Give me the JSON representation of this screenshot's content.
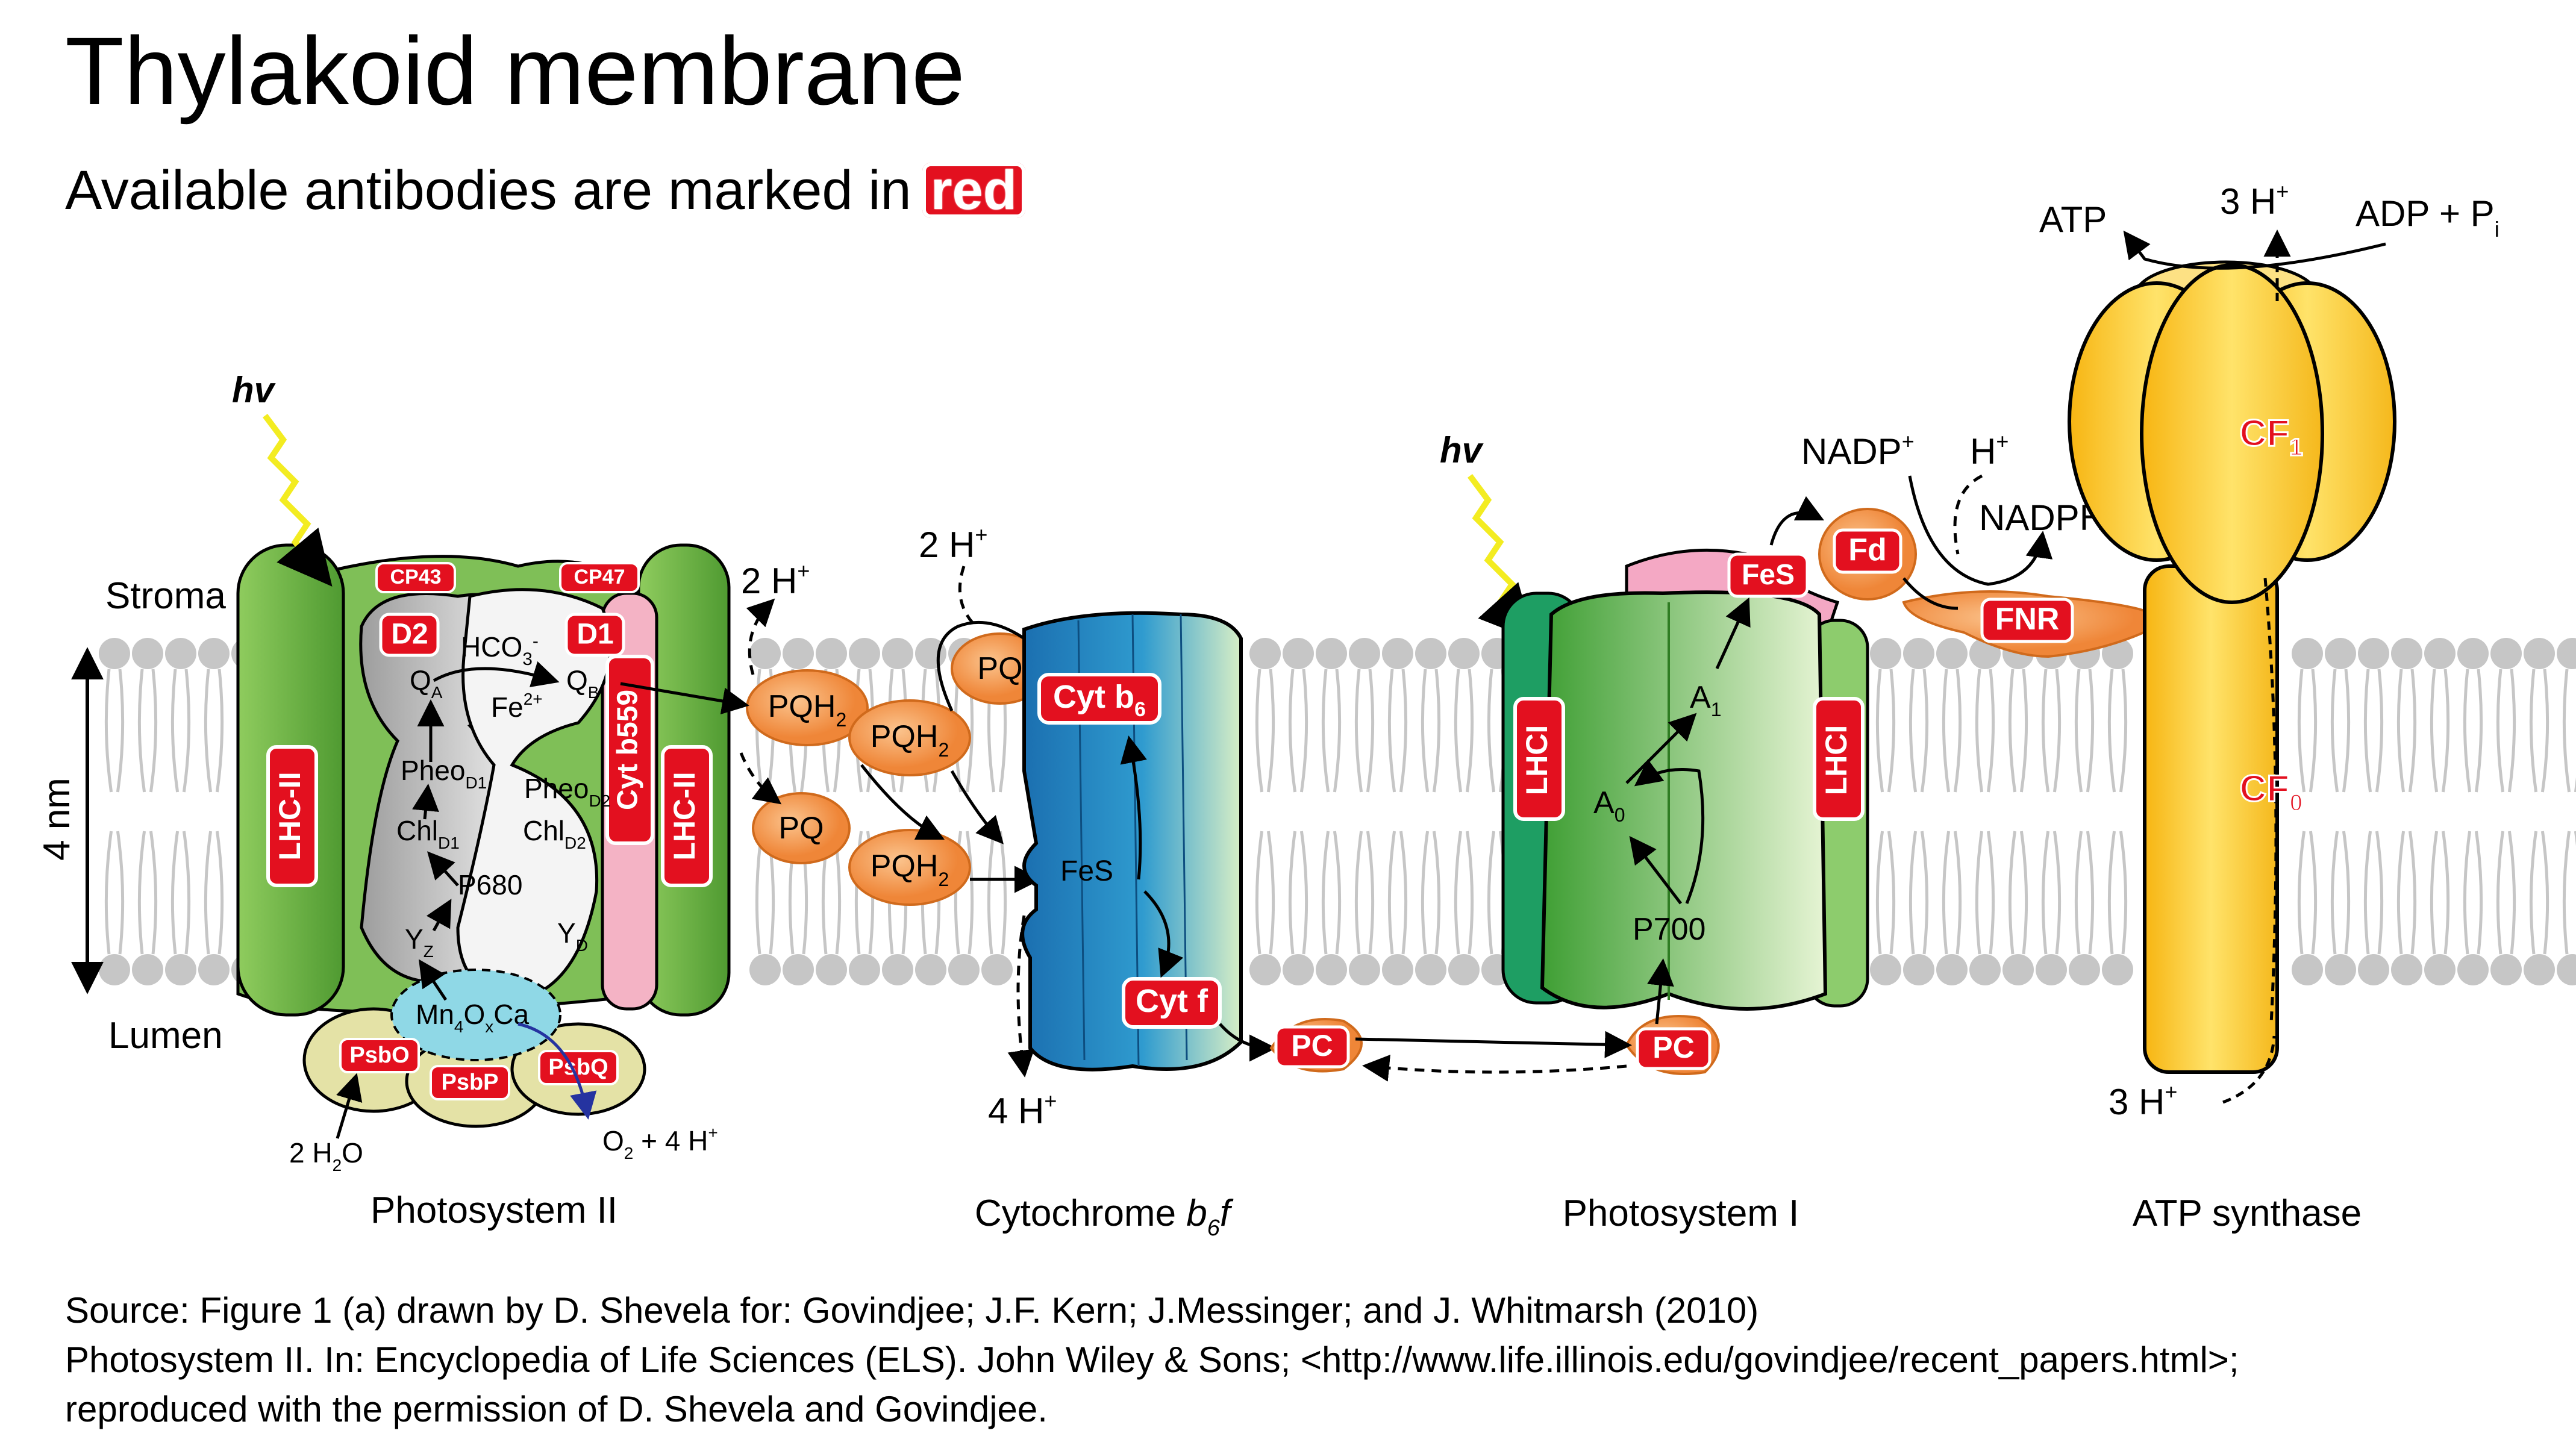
{
  "title": "Thylakoid membrane",
  "subtitle": "Available antibodies are marked in",
  "subtitle_highlight": "red",
  "side_labels": {
    "stroma": "Stroma",
    "lumen": "Lumen",
    "thickness": "4 nm"
  },
  "complexes": {
    "psii": "Photosystem II",
    "b6f_prefix": "Cytochrome ",
    "b6f_italic": "b",
    "b6f_sub": "6",
    "b6f_suffix": "f",
    "psi": "Photosystem I",
    "atp": "ATP synthase"
  },
  "light": "hv",
  "psii_labels": {
    "lhc_left": "LHC-II",
    "lhc_right": "LHC-II",
    "cp43": "CP43",
    "cp47": "CP47",
    "d2": "D2",
    "d1": "D1",
    "cytb559": "Cyt b559",
    "hco3": "HCO",
    "hco3_sub": "3",
    "hco3_sup": "-",
    "qa": "Q",
    "qa_sub": "A",
    "qb": "Q",
    "qb_sub": "B",
    "fe": "Fe",
    "fe_sup": "2+",
    "pheo_d1": "Pheo",
    "pheo_d1_sub": "D1",
    "pheo_d2": "Pheo",
    "pheo_d2_sub": "D2",
    "chl_d1": "Chl",
    "chl_d1_sub": "D1",
    "chl_d2": "Chl",
    "chl_d2_sub": "D2",
    "p680": "P680",
    "yz": "Y",
    "yz_sub": "Z",
    "yd": "Y",
    "yd_sub": "D",
    "mn_a": "Mn",
    "mn_a_sub": "4",
    "mn_b": "O",
    "mn_b_sub": "x",
    "mn_c": "Ca",
    "psbo": "PsbO",
    "psbp": "PsbP",
    "psbq": "PsbQ",
    "water": "2 H",
    "water_sub": "2",
    "water_end": "O",
    "o2": "O",
    "o2_sub": "2",
    "o2_end": " + 4 H",
    "o2_sup": "+"
  },
  "pq_labels": {
    "h2_a": "2 H",
    "h2_a_sup": "+",
    "h2_b": "2 H",
    "h2_b_sup": "+",
    "h4": "4 H",
    "h4_sup": "+",
    "pqh2": "PQH",
    "pqh2_sub": "2",
    "pq": "PQ"
  },
  "b6f_labels": {
    "cytb6": "Cyt b",
    "cytb6_sub": "6",
    "fes": "FeS",
    "cytf": "Cyt f",
    "pc": "PC"
  },
  "psi_labels": {
    "lhci_left": "LHCI",
    "lhci_right": "LHCI",
    "fes": "FeS",
    "a1": "A",
    "a1_sub": "1",
    "a0": "A",
    "a0_sub": "0",
    "p700": "P700",
    "pc": "PC",
    "fd": "Fd",
    "fnr": "FNR",
    "nadp": "NADP",
    "nadp_sup": "+",
    "h": "H",
    "h_sup": "+",
    "nadph": "NADPH"
  },
  "atp_labels": {
    "atp": "ATP",
    "h3_top": "3 H",
    "h3_top_sup": "+",
    "adp": "ADP + P",
    "adp_sub": "i",
    "cf1": "CF",
    "cf1_sub": "1",
    "cf0": "CF",
    "cf0_sub": "0",
    "h3_bottom": "3 H",
    "h3_bottom_sup": "+"
  },
  "source": [
    "Source: Figure 1 (a) drawn by D. Shevela  for: Govindjee; J.F. Kern; J.Messinger; and J. Whitmarsh (2010)",
    "Photosystem II. In: Encyclopedia of Life Sciences (ELS). John Wiley & Sons; <http://www.life.illinois.edu/govindjee/recent_papers.html>;",
    "reproduced with the permission of D. Shevela and Govindjee."
  ],
  "colors": {
    "red": "#e3101f",
    "lhc_green": "#6fb543",
    "psii_grey": "#c9c9c9",
    "orange": "#f5a05a",
    "b6f_blue": "#2a8fc4",
    "psi_green": "#5db84a",
    "atp_yellow": "#fcd13a",
    "lipid_grey": "#c6c6c6",
    "pink": "#f1a7bd",
    "dark_green": "#1e9e63"
  }
}
